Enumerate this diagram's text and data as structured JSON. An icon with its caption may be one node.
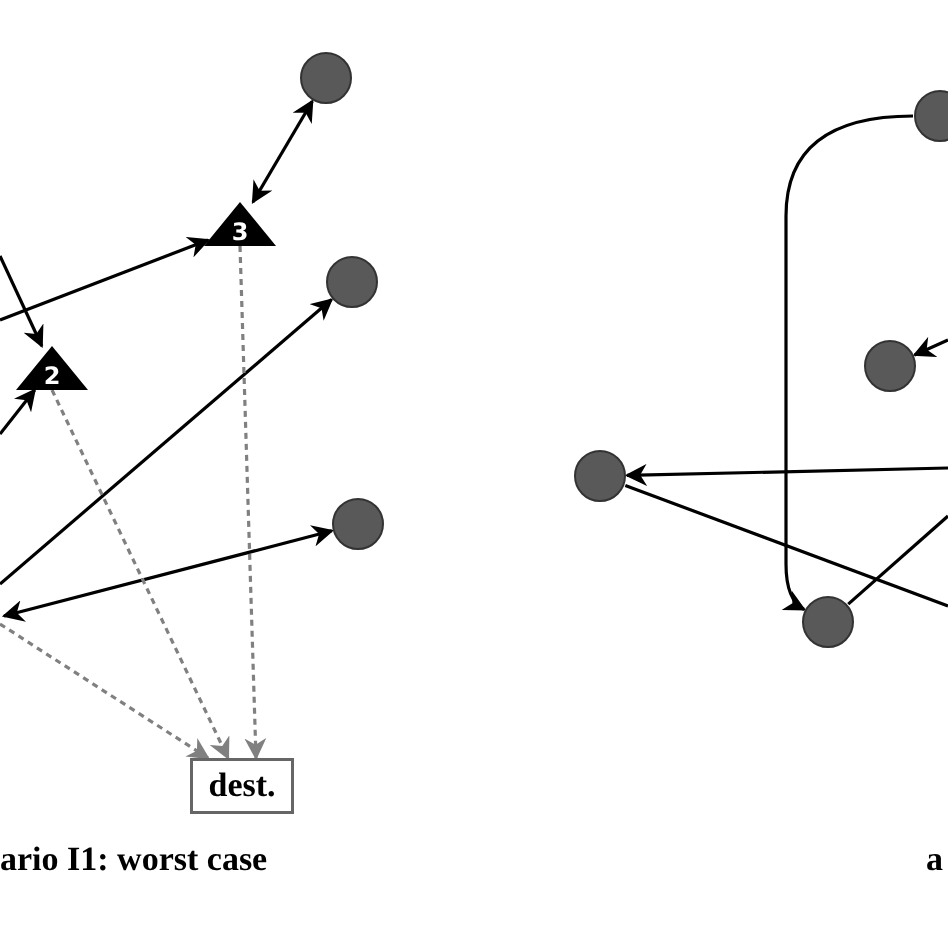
{
  "diagram": {
    "nodes": [
      {
        "text": [],
        "shape": "circle"
      },
      {
        "text": [
          "3"
        ]
      },
      {
        "text": [],
        "shape": "circle"
      },
      {
        "text": [
          "2"
        ]
      },
      {
        "text": [],
        "shape": "circle"
      },
      {
        "text": [
          "dest."
        ]
      },
      {
        "text": [],
        "shape": "circle"
      },
      {
        "text": [],
        "shape": "circle"
      },
      {
        "text": [],
        "shape": "circle"
      },
      {
        "text": [],
        "shape": "circle"
      }
    ],
    "edges": [
      {
        "from": 0,
        "to": 1,
        "arrow": "both"
      },
      {
        "from": null,
        "to": 1,
        "arrow": "to"
      },
      {
        "from": null,
        "to": 3,
        "arrow": "to"
      },
      {
        "from": null,
        "to": 3,
        "arrow": "to"
      },
      {
        "from": null,
        "to": 2,
        "arrow": "to"
      },
      {
        "from": null,
        "to": 4,
        "arrow": "both"
      },
      {
        "from": 3,
        "to": 5,
        "arrow": "to",
        "style": "dashed",
        "color": "#808080"
      },
      {
        "from": 1,
        "to": 5,
        "arrow": "to",
        "style": "dashed",
        "color": "#808080"
      },
      {
        "from": null,
        "to": 5,
        "arrow": "to",
        "style": "dashed",
        "color": "#808080"
      },
      {
        "from": 6,
        "to": 9,
        "arrow": "to"
      },
      {
        "from": null,
        "to": 8,
        "arrow": "to"
      },
      {
        "from": 8,
        "to": null,
        "arrow": "none"
      },
      {
        "from": 9,
        "to": null,
        "arrow": "none"
      },
      {
        "from": null,
        "to": 7,
        "arrow": "to"
      }
    ],
    "labels": [
      "ario I1: worst case",
      "a"
    ]
  }
}
